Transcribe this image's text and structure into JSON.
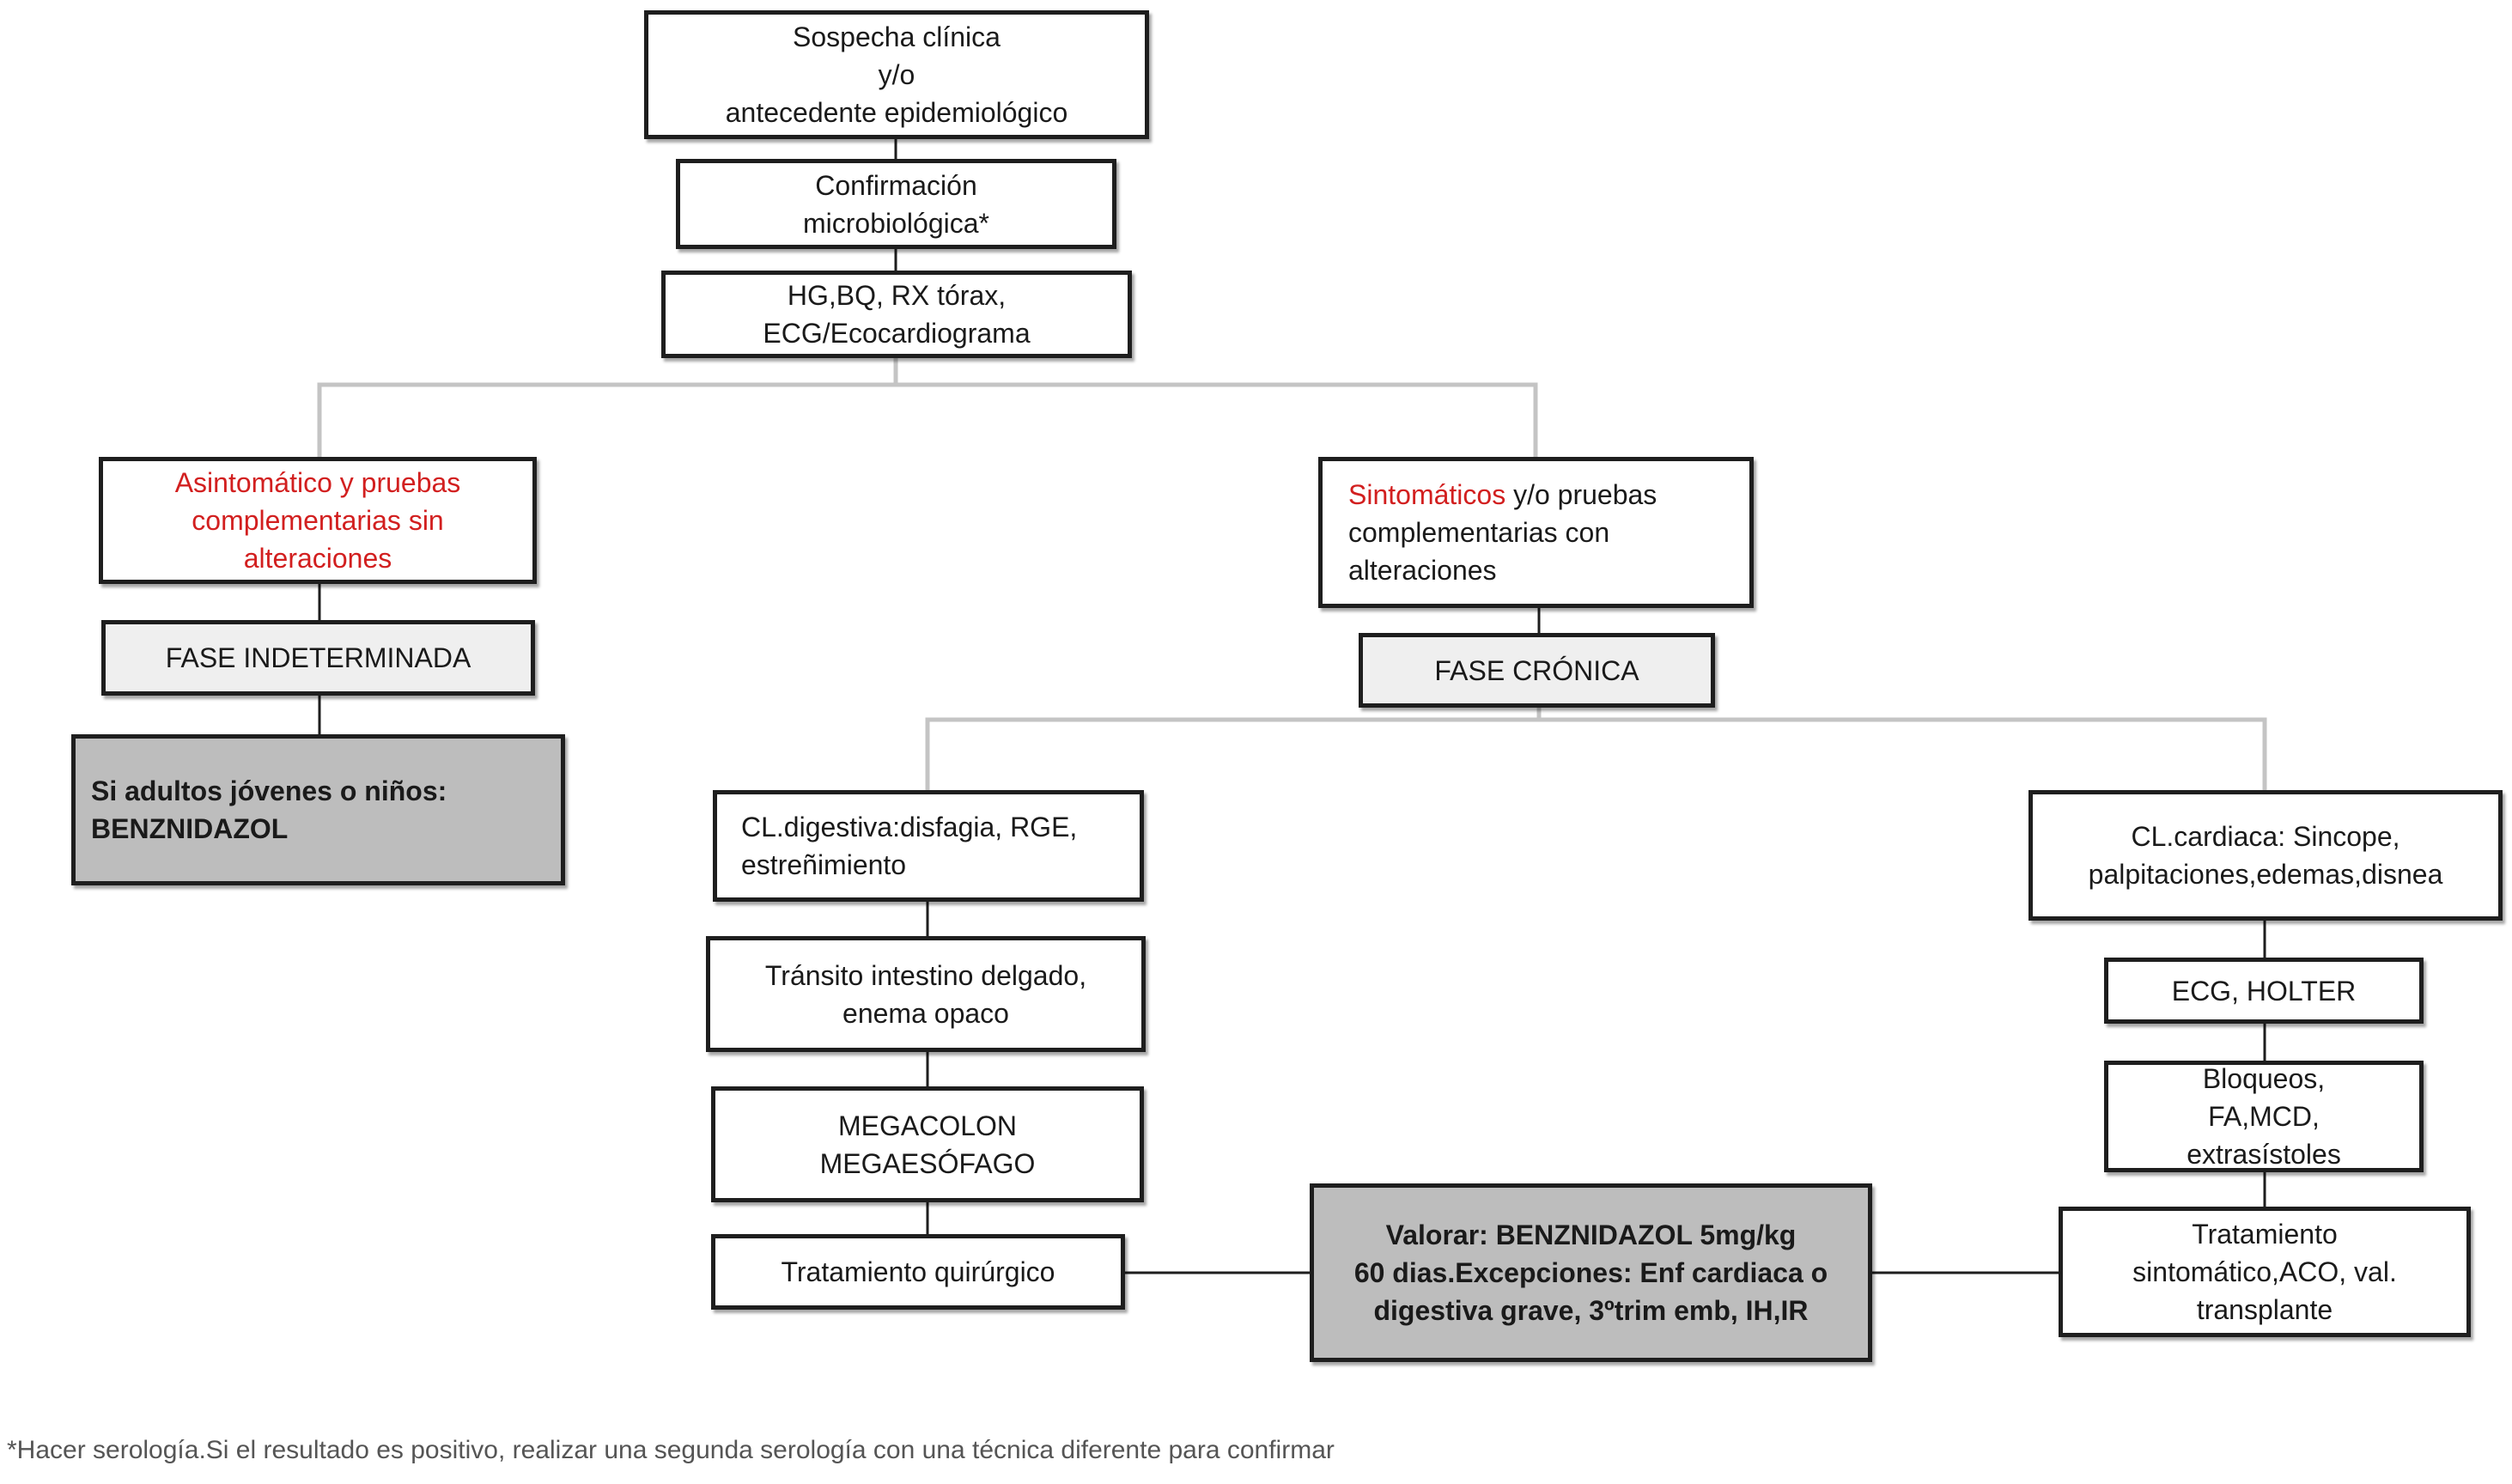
{
  "colors": {
    "highlight": "#d21f1f",
    "box_border": "#1e1e1e",
    "branch_line": "#c4c4c4",
    "dark_fill": "#bdbdbd",
    "light_fill": "#efefef"
  },
  "nodes": {
    "sospecha": {
      "lines": [
        "Sospecha clínica",
        "y/o",
        "antecedente epidemiológico"
      ]
    },
    "confirmacion": {
      "lines": [
        "Confirmación",
        "microbiológica*"
      ]
    },
    "pruebas": {
      "lines": [
        "HG,BQ, RX tórax,",
        "ECG/Ecocardiograma"
      ]
    },
    "asintomatico": {
      "lines": [
        "Asintomático y pruebas",
        "complementarias sin",
        "alteraciones"
      ]
    },
    "fase_indeterminada": {
      "lines": [
        "FASE INDETERMINADA"
      ]
    },
    "benznidazol_jovenes": {
      "lines": [
        "Si adultos jóvenes o niños:",
        "BENZNIDAZOL"
      ]
    },
    "sintomaticos": {
      "highlight": "Sintomáticos",
      "lines": [
        " y/o pruebas",
        "complementarias con",
        "alteraciones"
      ]
    },
    "fase_cronica": {
      "lines": [
        "FASE CRÓNICA"
      ]
    },
    "cl_digestiva": {
      "lines": [
        "CL.digestiva:disfagia, RGE,",
        "estreñimiento"
      ]
    },
    "transito": {
      "lines": [
        "Tránsito intestino delgado,",
        "enema opaco"
      ]
    },
    "megacolon": {
      "lines": [
        "MEGACOLON",
        "MEGAESÓFAGO"
      ]
    },
    "tratamiento_quirurgico": {
      "lines": [
        "Tratamiento quirúrgico"
      ]
    },
    "valorar": {
      "lines": [
        "Valorar: BENZNIDAZOL 5mg/kg",
        "60 dias.Excepciones: Enf cardiaca o",
        "digestiva grave,  3ºtrim emb, IH,IR"
      ]
    },
    "cl_cardiaca": {
      "lines": [
        "CL.cardiaca: Sincope,",
        "palpitaciones,edemas,disnea"
      ]
    },
    "ecg_holter": {
      "lines": [
        "ECG, HOLTER"
      ]
    },
    "bloqueos": {
      "lines": [
        "Bloqueos,",
        "FA,MCD,",
        "extrasístoles"
      ]
    },
    "tratamiento_sintomatico": {
      "lines": [
        "Tratamiento",
        "sintomático,ACO, val.",
        "transplante"
      ]
    }
  },
  "footnote": "*Hacer serología.Si el resultado es positivo, realizar una segunda serología con una técnica diferente para confirmar"
}
